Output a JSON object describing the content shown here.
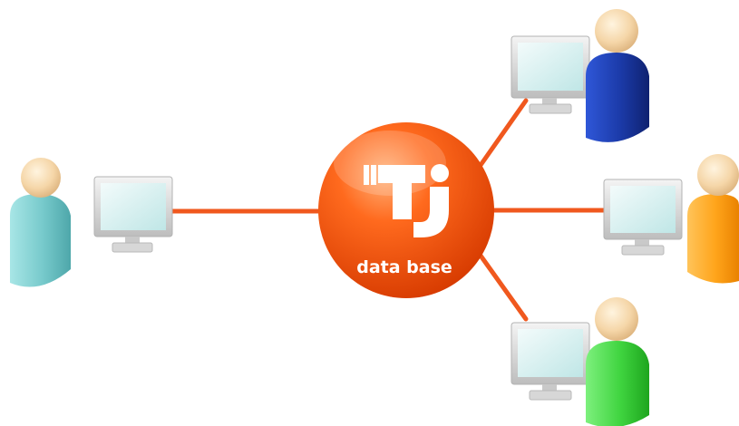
{
  "hub": {
    "logo_text": "TJ",
    "label": "data base",
    "color": "#ff5a14"
  },
  "connector_color": "#f0581e",
  "users": [
    {
      "name": "user-left",
      "color": "#7fcfd0"
    },
    {
      "name": "user-top-right",
      "color": "#1f3fb3"
    },
    {
      "name": "user-middle-right",
      "color": "#ffa51f"
    },
    {
      "name": "user-bottom-right",
      "color": "#3fd43f"
    }
  ]
}
